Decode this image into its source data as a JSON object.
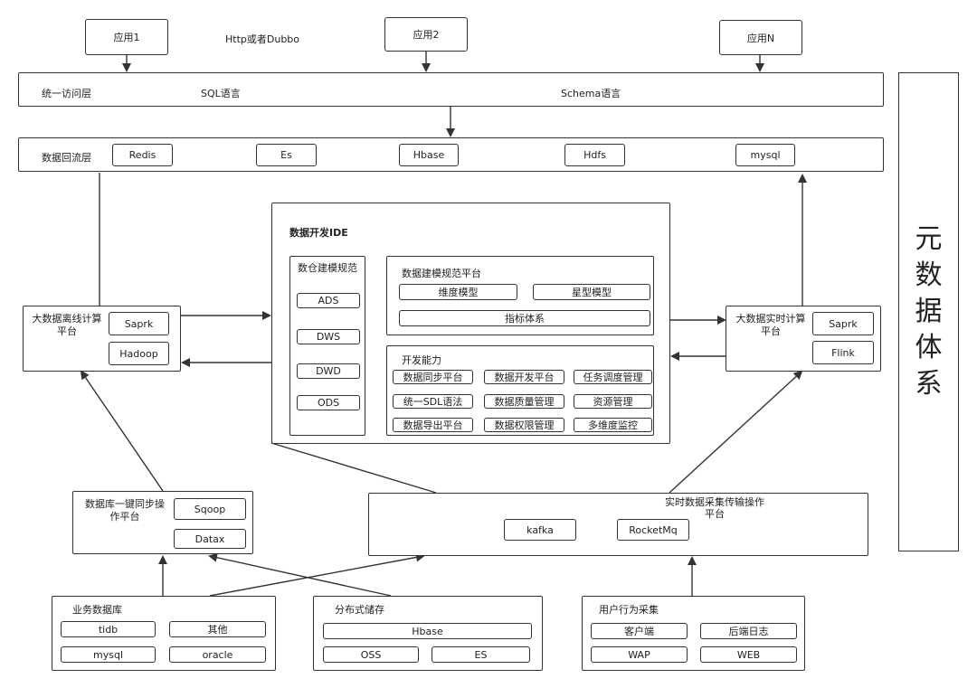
{
  "apps": {
    "app1": "应用1",
    "app2": "应用2",
    "appN": "应用N",
    "protocol": "Http或者Dubbo"
  },
  "access_layer": {
    "name": "统一访问层",
    "sql": "SQL语言",
    "schema": "Schema语言"
  },
  "return_layer": {
    "name": "数据回流层",
    "stores": [
      "Redis",
      "Es",
      "Hbase",
      "Hdfs",
      "mysql"
    ]
  },
  "offline": {
    "title": "大数据离线计算平台",
    "engines": [
      "Saprk",
      "Hadoop"
    ]
  },
  "realtime": {
    "title": "大数据实时计算平台",
    "engines": [
      "Saprk",
      "Flink"
    ]
  },
  "ide": {
    "title": "数据开发IDE",
    "warehouse": {
      "title": "数仓建模规范",
      "layers": [
        "ADS",
        "DWS",
        "DWD",
        "ODS"
      ]
    },
    "modeling": {
      "title": "数据建模规范平台",
      "items": [
        "维度模型",
        "星型模型",
        "指标体系"
      ]
    },
    "capability": {
      "title": "开发能力",
      "items": [
        "数据同步平台",
        "数据开发平台",
        "任务调度管理",
        "统一SDL语法",
        "数据质量管理",
        "资源管理",
        "数据导出平台",
        "数据权限管理",
        "多维度监控"
      ]
    }
  },
  "db_sync": {
    "title": "数据库一键同步操作平台",
    "tools": [
      "Sqoop",
      "Datax"
    ]
  },
  "rt_collect": {
    "title": "实时数据采集传输操作平台",
    "tools": [
      "kafka",
      "RocketMq"
    ]
  },
  "business_db": {
    "title": "业务数据库",
    "items": [
      "tidb",
      "其他",
      "mysql",
      "oracle"
    ]
  },
  "dist_storage": {
    "title": "分布式储存",
    "items": [
      "Hbase",
      "OSS",
      "ES"
    ]
  },
  "user_behavior": {
    "title": "用户行为采集",
    "items": [
      "客户端",
      "后端日志",
      "WAP",
      "WEB"
    ]
  },
  "metadata": {
    "chars": [
      "元",
      "数",
      "据",
      "体",
      "系"
    ]
  }
}
